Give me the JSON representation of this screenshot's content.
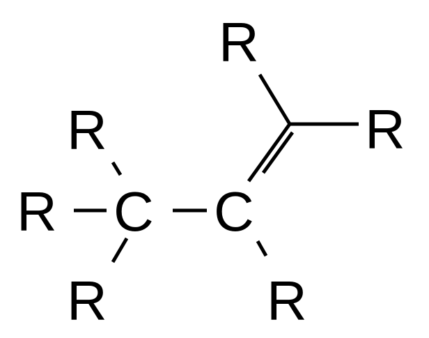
{
  "structure": {
    "atoms": {
      "r_top": "R",
      "r_right": "R",
      "r_upper_left": "R",
      "r_left": "R",
      "r_lower_left": "R",
      "r_lower_right": "R",
      "c_left": "C",
      "c_right": "C"
    },
    "colors": {
      "ink": "#000000",
      "background": "#ffffff"
    }
  }
}
